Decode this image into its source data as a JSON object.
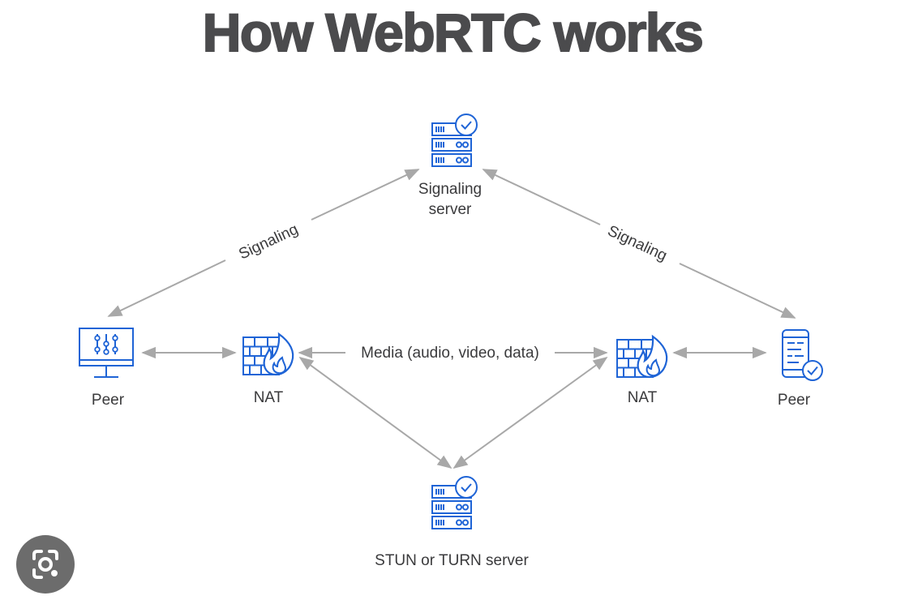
{
  "title": "How WebRTC works",
  "nodes": {
    "signaling_server": {
      "line1": "Signaling",
      "line2": "server",
      "icon": "server-check-icon"
    },
    "peer_left": {
      "label": "Peer",
      "icon": "monitor-icon"
    },
    "nat_left": {
      "label": "NAT",
      "icon": "firewall-icon"
    },
    "nat_right": {
      "label": "NAT",
      "icon": "firewall-icon"
    },
    "peer_right": {
      "label": "Peer",
      "icon": "phone-check-icon"
    },
    "stun_turn_server": {
      "label": "STUN or TURN server",
      "icon": "server-check-icon"
    }
  },
  "edges": {
    "signaling_left": "Signaling",
    "signaling_right": "Signaling",
    "media": "Media (audio, video, data)"
  },
  "colors": {
    "accent": "#1f64d6",
    "text": "#3a3a3c",
    "title": "#4b4b4d",
    "line": "#a8a8a8"
  },
  "overlay": {
    "icon": "lens-icon"
  }
}
